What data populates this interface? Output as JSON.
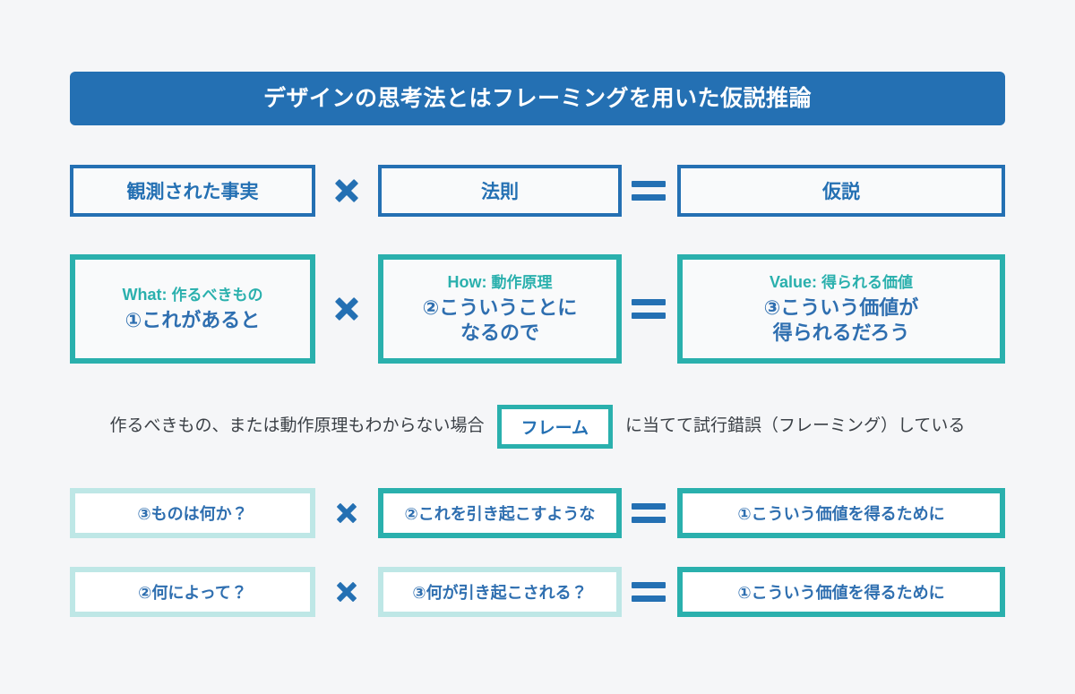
{
  "banner": {
    "title": "デザインの思考法とはフレーミングを用いた仮説推論"
  },
  "operators": {
    "times": "×",
    "equals": "="
  },
  "rows": [
    {
      "id": "row1",
      "cells": [
        {
          "main": "観測された事実"
        },
        {
          "main": "法則"
        },
        {
          "main": "仮説"
        }
      ]
    },
    {
      "id": "row2",
      "cells": [
        {
          "kicker_en": "What:",
          "kicker_jp": "作るべきもの",
          "main": "①これがあると"
        },
        {
          "kicker_en": "How:",
          "kicker_jp": "動作原理",
          "main_line1": "②こういうことに",
          "main_line2": "なるので"
        },
        {
          "kicker_en": "Value:",
          "kicker_jp": "得られる価値",
          "main_line1": "③こういう価値が",
          "main_line2": "得られるだろう"
        }
      ]
    },
    {
      "id": "row3",
      "cells": [
        {
          "main": "③ものは何か？"
        },
        {
          "main": "②これを引き起こすような"
        },
        {
          "main": "①こういう価値を得るために"
        }
      ]
    },
    {
      "id": "row4",
      "cells": [
        {
          "main": "②何によって？"
        },
        {
          "main": "③何が引き起こされる？"
        },
        {
          "main": "①こういう価値を得るために"
        }
      ]
    }
  ],
  "note": {
    "before": "作るべきもの、または動作原理もわからない場合",
    "chip": "フレーム",
    "after": "に当てて試行錯誤（フレーミング）している"
  },
  "colors": {
    "banner_blue": "#2470b3",
    "text_blue": "#2f6fb0",
    "teal": "#2ab0ad",
    "teal_light": "#bee7e6",
    "background": "#f5f6f8",
    "note_text": "#3b4046"
  }
}
